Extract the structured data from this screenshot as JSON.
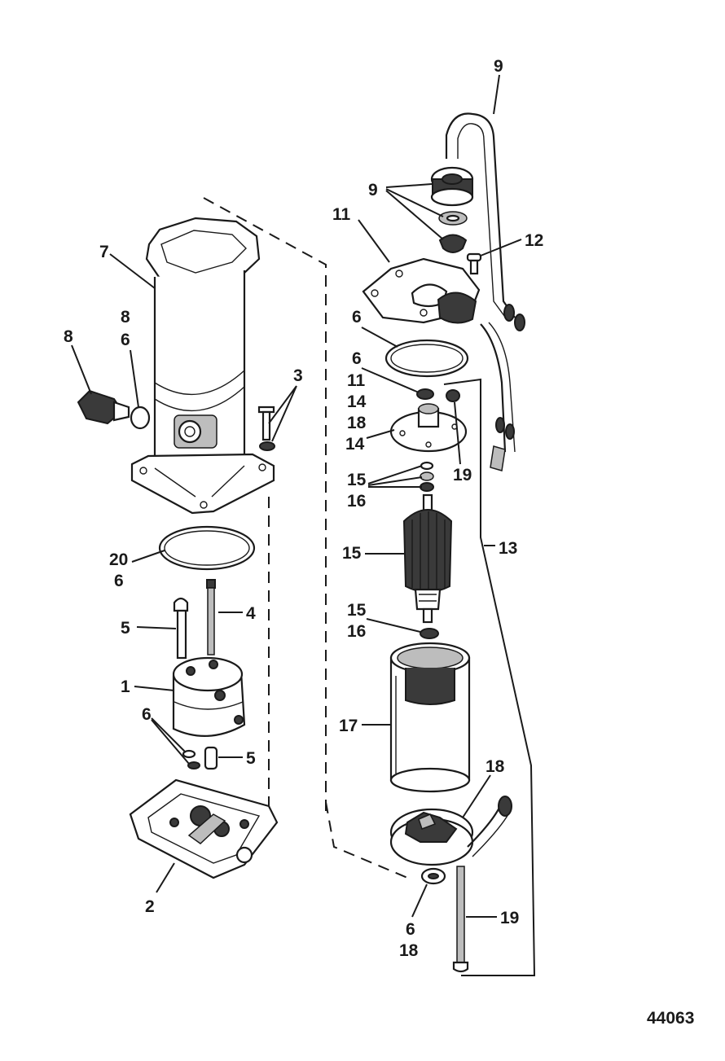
{
  "figure_id": "44063",
  "callouts": [
    {
      "id": "c9-top",
      "lines": [
        "9"
      ]
    },
    {
      "id": "c9-mid",
      "lines": [
        "9"
      ]
    },
    {
      "id": "c11-top",
      "lines": [
        "11"
      ]
    },
    {
      "id": "c12",
      "lines": [
        "12"
      ]
    },
    {
      "id": "c7",
      "lines": [
        "7"
      ]
    },
    {
      "id": "c8",
      "lines": [
        "8"
      ]
    },
    {
      "id": "c8-6",
      "lines": [
        "8",
        "6"
      ]
    },
    {
      "id": "c3",
      "lines": [
        "3"
      ]
    },
    {
      "id": "c6-a",
      "lines": [
        "6"
      ]
    },
    {
      "id": "c6-11-14-18",
      "lines": [
        "6",
        "11",
        "14",
        "18"
      ]
    },
    {
      "id": "c14",
      "lines": [
        "14"
      ]
    },
    {
      "id": "c19-top",
      "lines": [
        "19"
      ]
    },
    {
      "id": "c15-16-top",
      "lines": [
        "15",
        "16"
      ]
    },
    {
      "id": "c20-6",
      "lines": [
        "20",
        "6"
      ]
    },
    {
      "id": "c15",
      "lines": [
        "15"
      ]
    },
    {
      "id": "c13",
      "lines": [
        "13"
      ]
    },
    {
      "id": "c4",
      "lines": [
        "4"
      ]
    },
    {
      "id": "c5-top",
      "lines": [
        "5"
      ]
    },
    {
      "id": "c15-16-low",
      "lines": [
        "15",
        "16"
      ]
    },
    {
      "id": "c1",
      "lines": [
        "1"
      ]
    },
    {
      "id": "c17",
      "lines": [
        "17"
      ]
    },
    {
      "id": "c6-b",
      "lines": [
        "6"
      ]
    },
    {
      "id": "c5-low",
      "lines": [
        "5"
      ]
    },
    {
      "id": "c18",
      "lines": [
        "18"
      ]
    },
    {
      "id": "c2",
      "lines": [
        "2"
      ]
    },
    {
      "id": "c19-low",
      "lines": [
        "19"
      ]
    },
    {
      "id": "c6-18",
      "lines": [
        "6",
        "18"
      ]
    }
  ]
}
